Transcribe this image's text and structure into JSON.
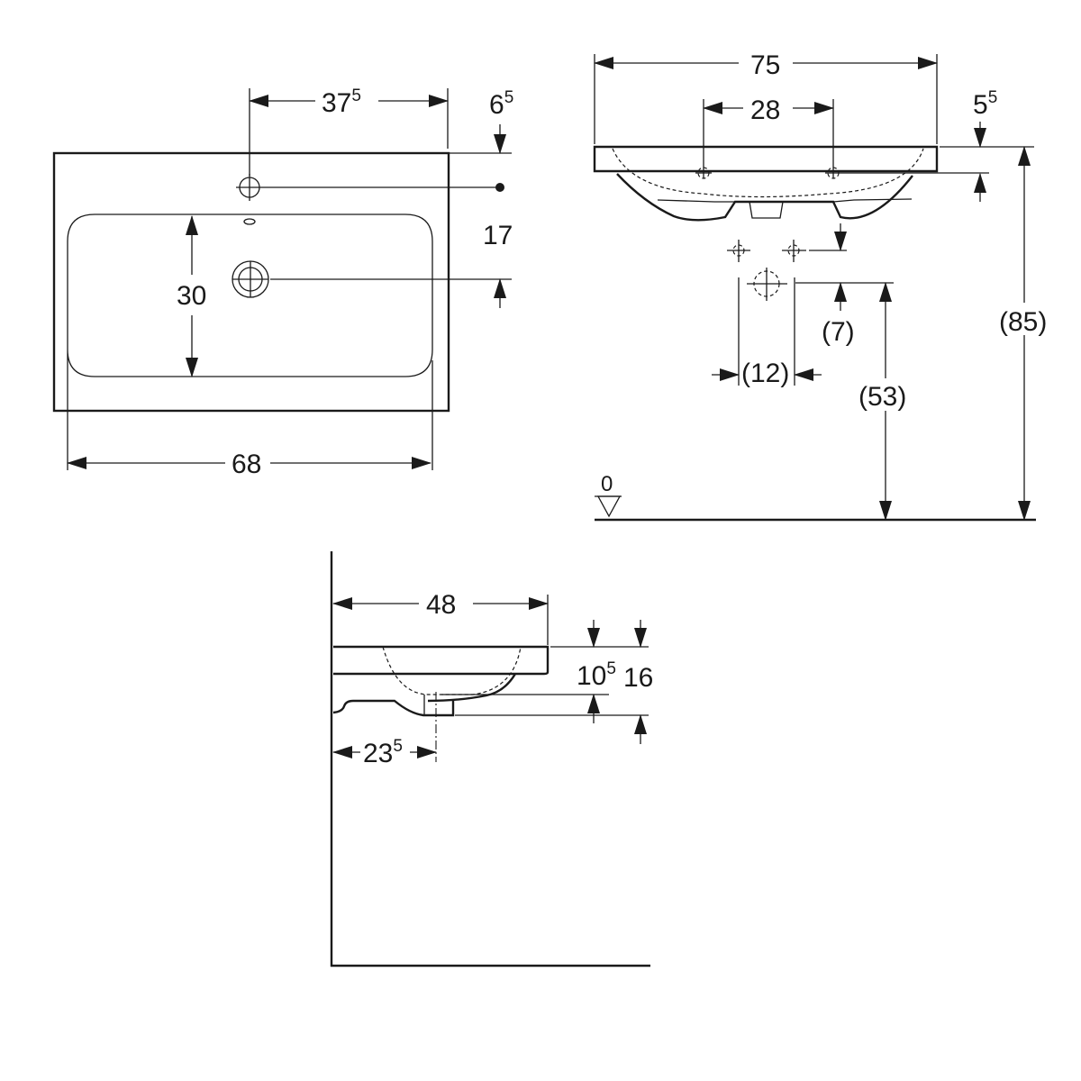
{
  "top_view": {
    "dim_tap_offset": {
      "base": "37",
      "sup": "5"
    },
    "dim_tap_edge": {
      "base": "6",
      "sup": "5"
    },
    "dim_drain_offset": "17",
    "dim_basin_depth": "30",
    "dim_basin_width": "68"
  },
  "front_view": {
    "dim_total_width": "75",
    "dim_tap_spacing": "28",
    "dim_slab_thickness": {
      "base": "5",
      "sup": "5"
    },
    "dim_total_height": "(85)",
    "dim_drain_height": "(53)",
    "dim_supply_offset": "(7)",
    "dim_supply_spacing": "(12)",
    "floor_level": "0"
  },
  "side_view": {
    "dim_depth": "48",
    "dim_bowl_height": {
      "base": "10",
      "sup": "5"
    },
    "dim_total_height": "16",
    "dim_drain_from_wall": {
      "base": "23",
      "sup": "5"
    }
  }
}
